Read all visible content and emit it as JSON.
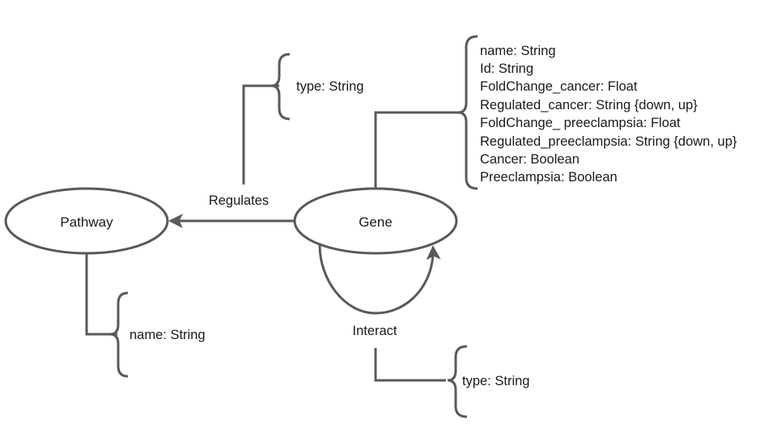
{
  "nodes": {
    "pathway": {
      "label": "Pathway"
    },
    "gene": {
      "label": "Gene"
    }
  },
  "edges": {
    "regulates": {
      "label": "Regulates"
    },
    "interact": {
      "label": "Interact"
    }
  },
  "attributes": {
    "regulates_type": "type: String",
    "pathway_name": "name:  String",
    "interact_type": "type:  String",
    "gene": [
      "name: String",
      "Id: String",
      "FoldChange_cancer: Float",
      "Regulated_cancer: String {down, up}",
      "FoldChange_ preeclampsia: Float",
      "Regulated_preeclampsia: String {down, up}",
      "Cancer: Boolean",
      "Preeclampsia: Boolean"
    ]
  },
  "colors": {
    "stroke": "#595959",
    "text": "#1a1a1a"
  }
}
